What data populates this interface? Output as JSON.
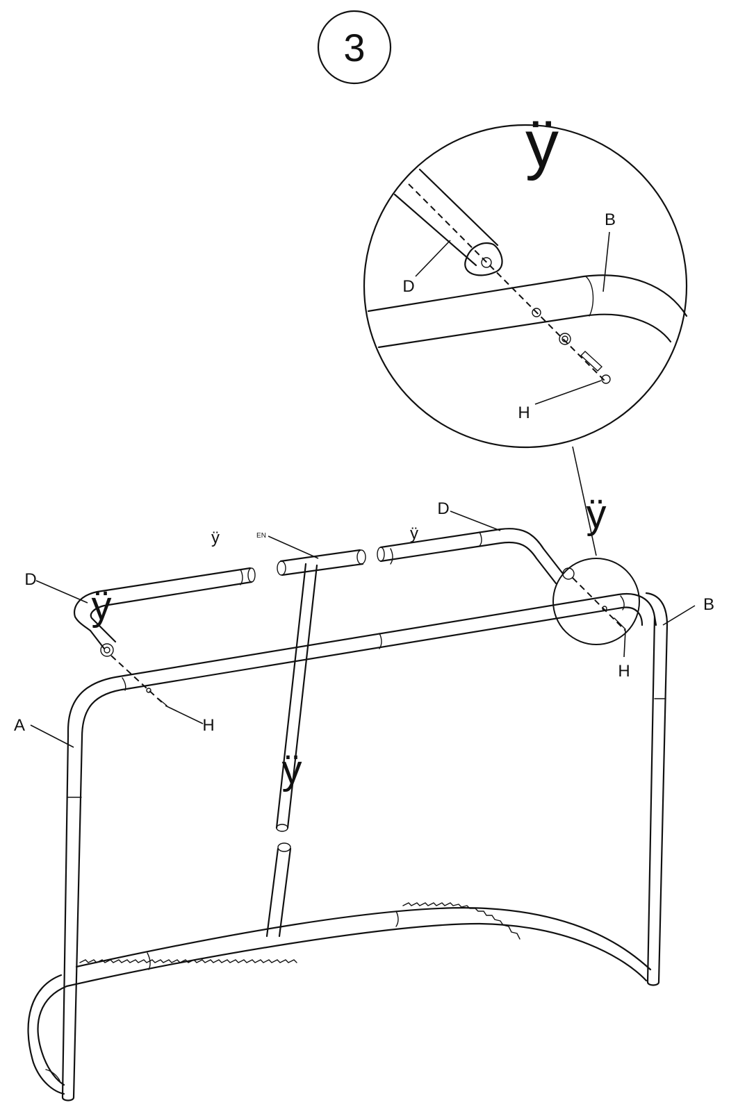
{
  "step_number": "3",
  "labels": {
    "A": "A",
    "B": "B",
    "D": "D",
    "H": "H",
    "EN": "EN",
    "y_mark": "ÿ"
  },
  "colors": {
    "line": "#111111",
    "background": "#ffffff"
  }
}
